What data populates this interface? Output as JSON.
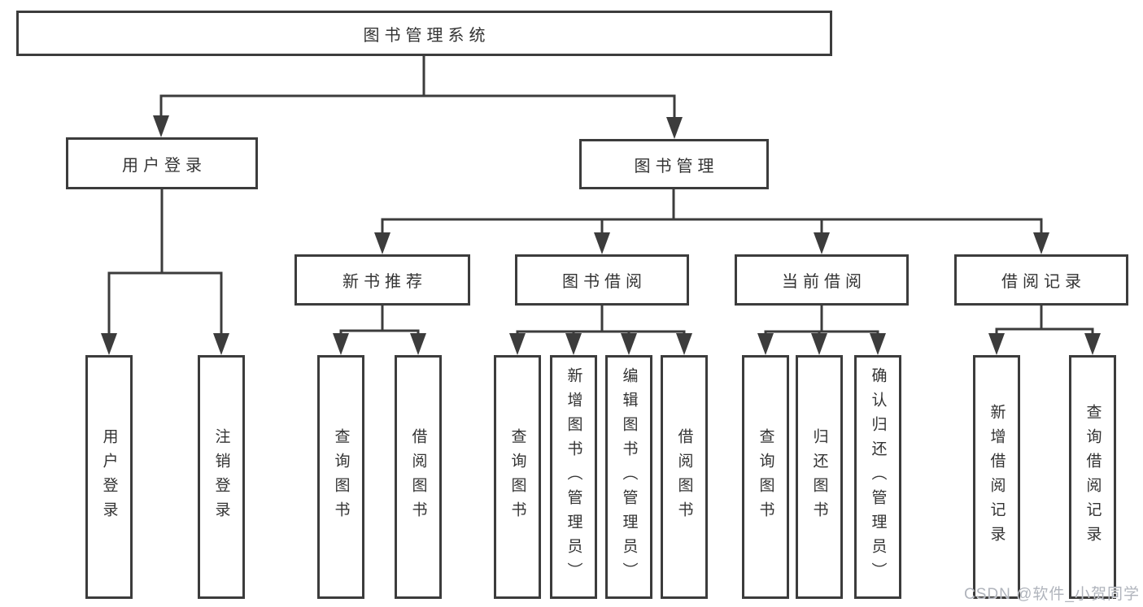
{
  "colors": {
    "line": "#3c3c3c",
    "text": "#333333",
    "watermark": "#b0b4bc"
  },
  "watermark": "CSDN @软件_小贺同学",
  "tree": {
    "label": "图书管理系统",
    "children": [
      {
        "label": "用户登录",
        "children": [
          {
            "label": "用户登录"
          },
          {
            "label": "注销登录"
          }
        ]
      },
      {
        "label": "图书管理",
        "children": [
          {
            "label": "新书推荐",
            "children": [
              {
                "label": "查询图书"
              },
              {
                "label": "借阅图书"
              }
            ]
          },
          {
            "label": "图书借阅",
            "children": [
              {
                "label": "查询图书"
              },
              {
                "label": "新增图书（管理员）"
              },
              {
                "label": "编辑图书（管理员）"
              },
              {
                "label": "借阅图书"
              }
            ]
          },
          {
            "label": "当前借阅",
            "children": [
              {
                "label": "查询图书"
              },
              {
                "label": "归还图书"
              },
              {
                "label": "确认归还（管理员）"
              }
            ]
          },
          {
            "label": "借阅记录",
            "children": [
              {
                "label": "新增借阅记录"
              },
              {
                "label": "查询借阅记录"
              }
            ]
          }
        ]
      }
    ]
  }
}
